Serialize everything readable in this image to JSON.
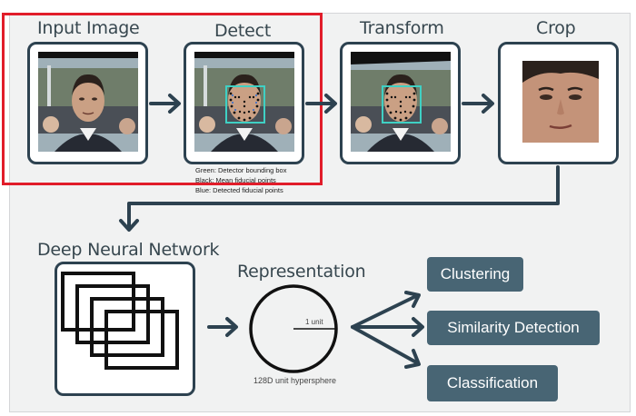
{
  "stages": {
    "input": "Input Image",
    "detect": "Detect",
    "transform": "Transform",
    "crop": "Crop"
  },
  "legend": {
    "green": "Green: Detector bounding box",
    "black": "Black: Mean fiducial points",
    "blue": "Blue: Detected fiducial points"
  },
  "network": {
    "title": "Deep Neural Network"
  },
  "representation": {
    "title": "Representation",
    "radius_label": "1 unit",
    "caption": "128D unit hypersphere"
  },
  "outputs": [
    "Clustering",
    "Similarity Detection",
    "Classification"
  ],
  "colors": {
    "card_border": "#2d4250",
    "arrow": "#2d4250",
    "highlight": "#e11d2a",
    "output_button": "#486574",
    "bounding_box": "#3fd0c4",
    "title_text": "#37474f"
  }
}
